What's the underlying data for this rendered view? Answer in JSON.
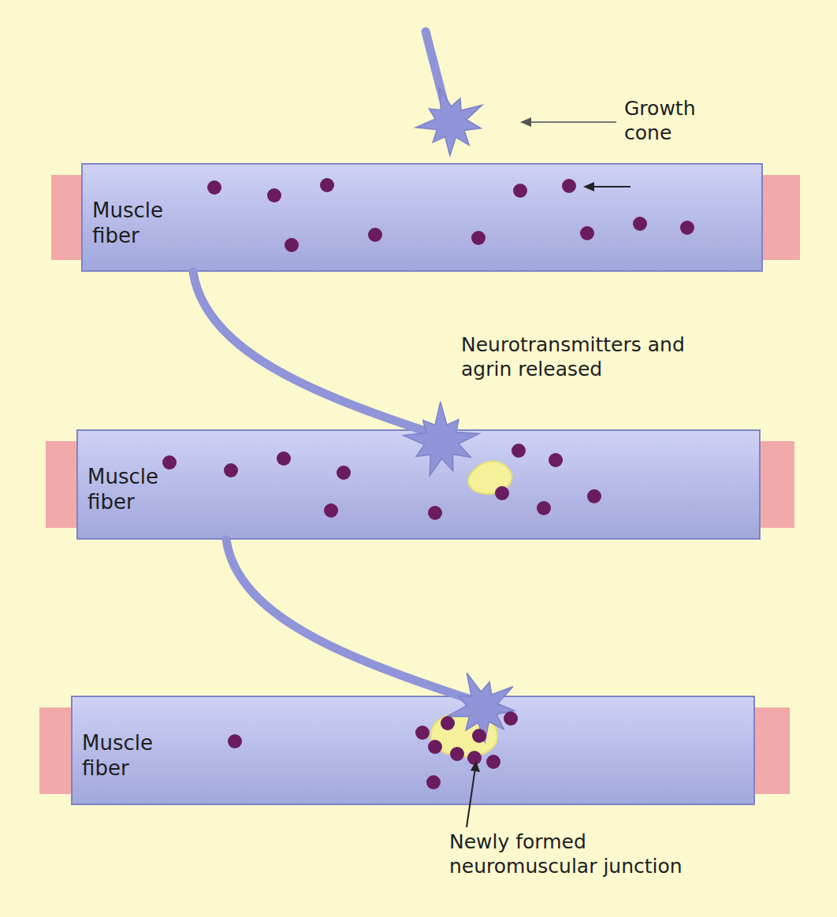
{
  "diagram": {
    "nodes": [
      {
        "text": [
          "Muscle fiber"
        ]
      },
      {
        "text": [
          "Muscle fiber"
        ]
      },
      {
        "text": [
          "Muscle fiber"
        ]
      }
    ],
    "edges": [
      {
        "from": 0,
        "to": 1,
        "arrow": "none"
      },
      {
        "from": 1,
        "to": 2,
        "arrow": "none"
      }
    ],
    "labels": [
      "Growth cone",
      "Neurotransmitters and agrin released",
      "Newly formed neuromuscular junction"
    ]
  }
}
